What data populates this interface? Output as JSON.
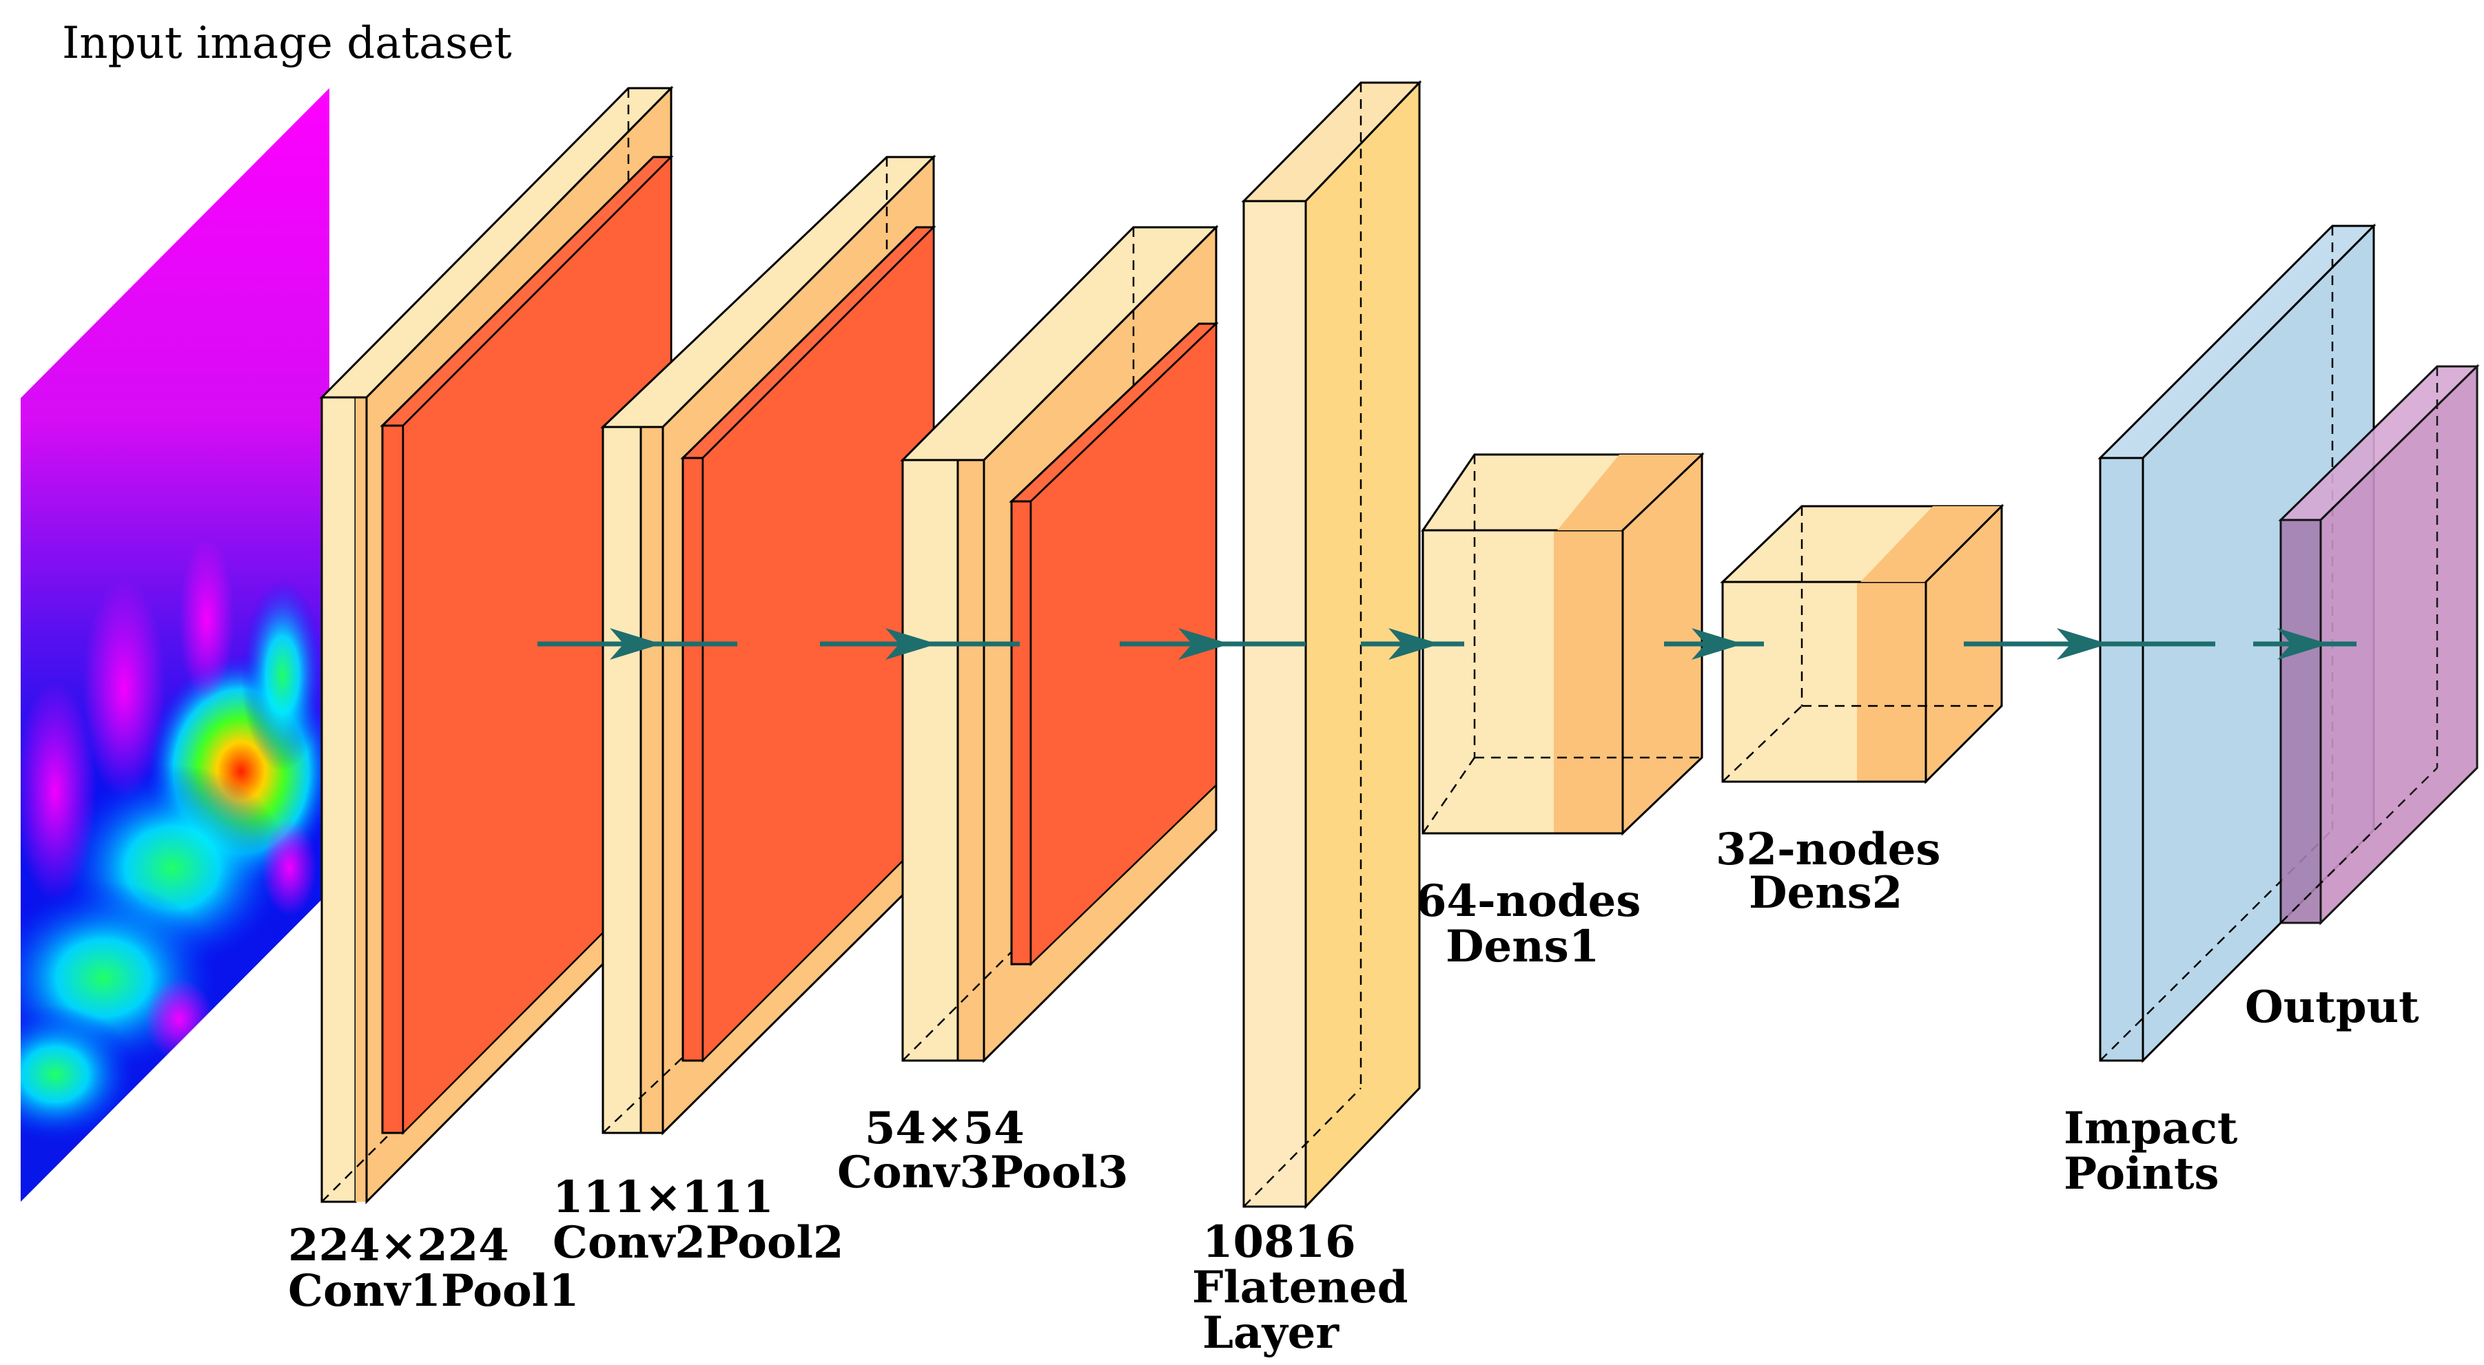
{
  "title": "Input image dataset",
  "layers": [
    {
      "id": "conv1",
      "lines": [
        "224×224",
        "Conv1Pool1"
      ]
    },
    {
      "id": "conv2",
      "lines": [
        "111×111",
        "Conv2Pool2"
      ]
    },
    {
      "id": "conv3",
      "lines": [
        "54×54",
        "Conv3Pool3"
      ]
    },
    {
      "id": "flat",
      "lines": [
        "10816",
        "Flatened",
        "Layer"
      ]
    },
    {
      "id": "dens1",
      "lines": [
        "64-nodes",
        "Dens1"
      ]
    },
    {
      "id": "dens2",
      "lines": [
        "32-nodes",
        "Dens2"
      ]
    },
    {
      "id": "impact",
      "lines": [
        "Impact",
        "Points"
      ]
    },
    {
      "id": "output",
      "lines": [
        "Output"
      ]
    }
  ],
  "colors": {
    "conv_light": "#fde8b8",
    "conv_mid": "#fcc47c",
    "conv_filter": "#ff6138",
    "flat_light": "#fde9bd",
    "flat_face": "#fdd784",
    "dense_light": "#fde8b8",
    "dense_mid": "#fcc27a",
    "impact": "#b8d6ea",
    "output": "#c992c4",
    "arrow": "#1e6e6e"
  }
}
